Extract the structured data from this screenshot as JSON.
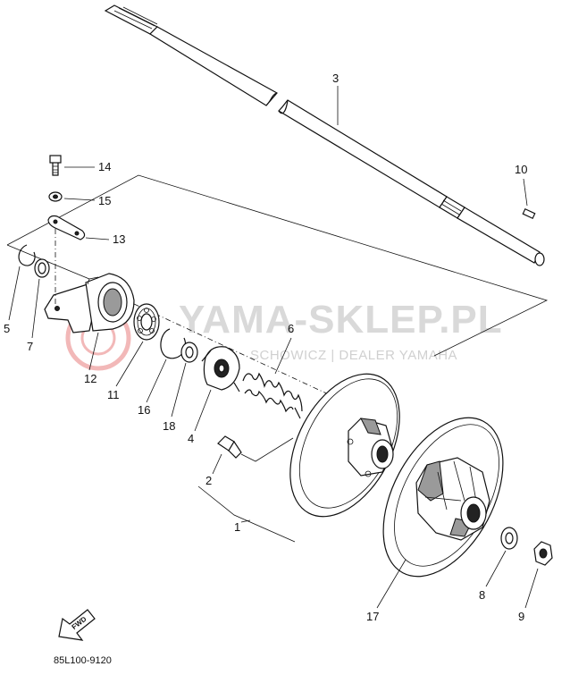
{
  "diagram": {
    "drawing_code": "85L100-9120",
    "watermark": {
      "main": "YAMA-SKLEP.PL",
      "sub": "SCHOWICZ | DEALER YAMAHA",
      "color": "#d9d9d9",
      "logo_color": "#f2b8b8"
    },
    "fwd_label": "FWD",
    "callouts": {
      "c1": "1",
      "c2": "2",
      "c3": "3",
      "c4": "4",
      "c5": "5",
      "c6": "6",
      "c7": "7",
      "c8": "8",
      "c9": "9",
      "c10": "10",
      "c11": "11",
      "c12": "12",
      "c13": "13",
      "c14": "14",
      "c15": "15",
      "c16": "16",
      "c17": "17",
      "c18": "18"
    },
    "parts": [
      "shaft-3",
      "key-10",
      "bolt-14",
      "nut-15",
      "plate-13",
      "circlip-5",
      "washer-7",
      "bracket-12",
      "bearing-11",
      "circlip-16",
      "washer-18",
      "cam-4",
      "spring-6",
      "pin-2",
      "fixed-sheave-1",
      "movable-sheave-17",
      "washer-8",
      "nut-9"
    ]
  }
}
